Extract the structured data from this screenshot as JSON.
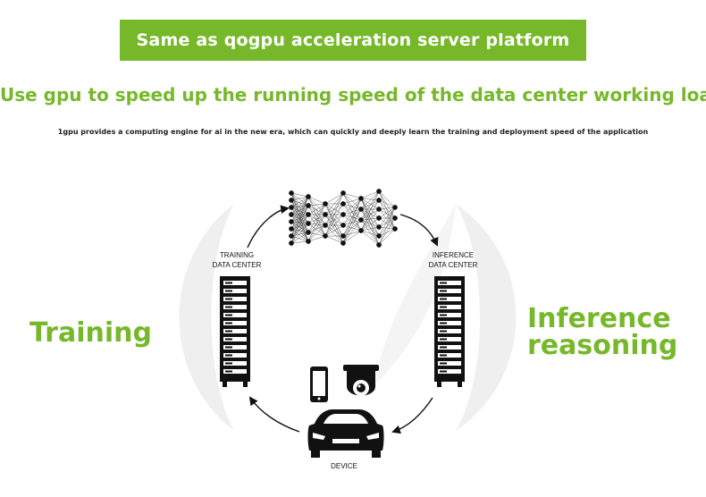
{
  "banner": {
    "text": "Same as qogpu acceleration server platform"
  },
  "headline": "Use gpu to speed up the running speed of the data center working load",
  "subline": "1gpu provides a computing engine for ai in the new era, which can quickly and deeply learn the training and deployment speed of the application",
  "left_label": "Training",
  "right_label_line1": "Inference",
  "right_label_line2": "reasoning",
  "training_dc": {
    "line1": "TRAINING",
    "line2": "DATA CENTER"
  },
  "inference_dc": {
    "line1": "INFERENCE",
    "line2": "DATA CENTER"
  },
  "device_label": "DEVICE",
  "colors": {
    "accent": "#76b82a",
    "dark": "#111111",
    "light_gray": "#ededed"
  },
  "icons": [
    "neural-network-icon",
    "server-rack-icon",
    "smartphone-icon",
    "security-camera-icon",
    "car-icon",
    "cycle-arrow-icon"
  ]
}
